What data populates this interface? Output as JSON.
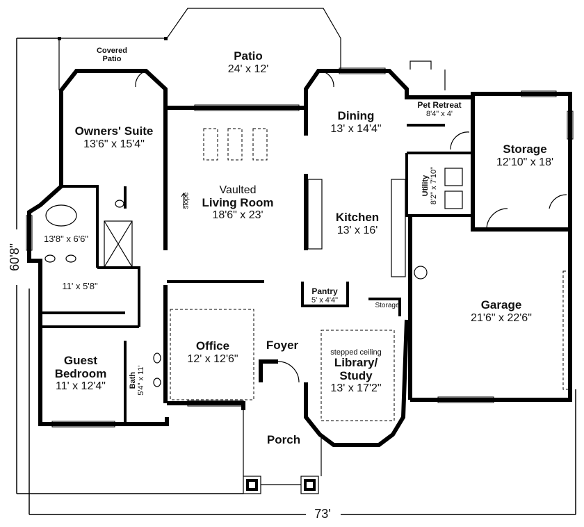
{
  "plan": {
    "overall_width": "73'",
    "overall_depth": "60'8\"",
    "rooms": [
      {
        "id": "covered-patio",
        "name": "Covered Patio",
        "dims": ""
      },
      {
        "id": "patio",
        "name": "Patio",
        "dims": "24' x 12'"
      },
      {
        "id": "owners-suite",
        "name": "Owners' Suite",
        "dims": "13'6\" x 15'4\""
      },
      {
        "id": "dining",
        "name": "Dining",
        "dims": "13' x 14'4\""
      },
      {
        "id": "pet-retreat",
        "name": "Pet Retreat",
        "dims": "8'4\" x 4'"
      },
      {
        "id": "storage",
        "name": "Storage",
        "dims": "12'10\" x 18'"
      },
      {
        "id": "utility",
        "name": "Utility",
        "dims": "8'2\" x 7'10\""
      },
      {
        "id": "living-room",
        "prefix": "Vaulted",
        "name": "Living Room",
        "dims": "18'6\" x 23'"
      },
      {
        "id": "kitchen",
        "name": "Kitchen",
        "dims": "13' x 16'"
      },
      {
        "id": "master-bath",
        "name": "",
        "dims": "13'8\" x 6'6\""
      },
      {
        "id": "walk-in-closet",
        "name": "",
        "dims": "11' x 5'8\""
      },
      {
        "id": "pantry",
        "name": "Pantry",
        "dims": "5' x 4'4\""
      },
      {
        "id": "small-storage",
        "name": "Storage",
        "dims": ""
      },
      {
        "id": "garage",
        "name": "Garage",
        "dims": "21'6\" x 22'6\""
      },
      {
        "id": "office",
        "name": "Office",
        "dims": "12' x 12'6\""
      },
      {
        "id": "foyer",
        "name": "Foyer",
        "dims": ""
      },
      {
        "id": "library",
        "note": "stepped ceiling",
        "name": "Library/",
        "name2": "Study",
        "dims": "13' x 17'2\""
      },
      {
        "id": "guest-bedroom",
        "name": "Guest",
        "name2": "Bedroom",
        "dims": "11' x 12'4\""
      },
      {
        "id": "bath",
        "name": "Bath",
        "dims": "5'4\" x 11'"
      },
      {
        "id": "porch",
        "name": "Porch",
        "dims": ""
      }
    ],
    "annotations": {
      "slope": "slope"
    }
  }
}
